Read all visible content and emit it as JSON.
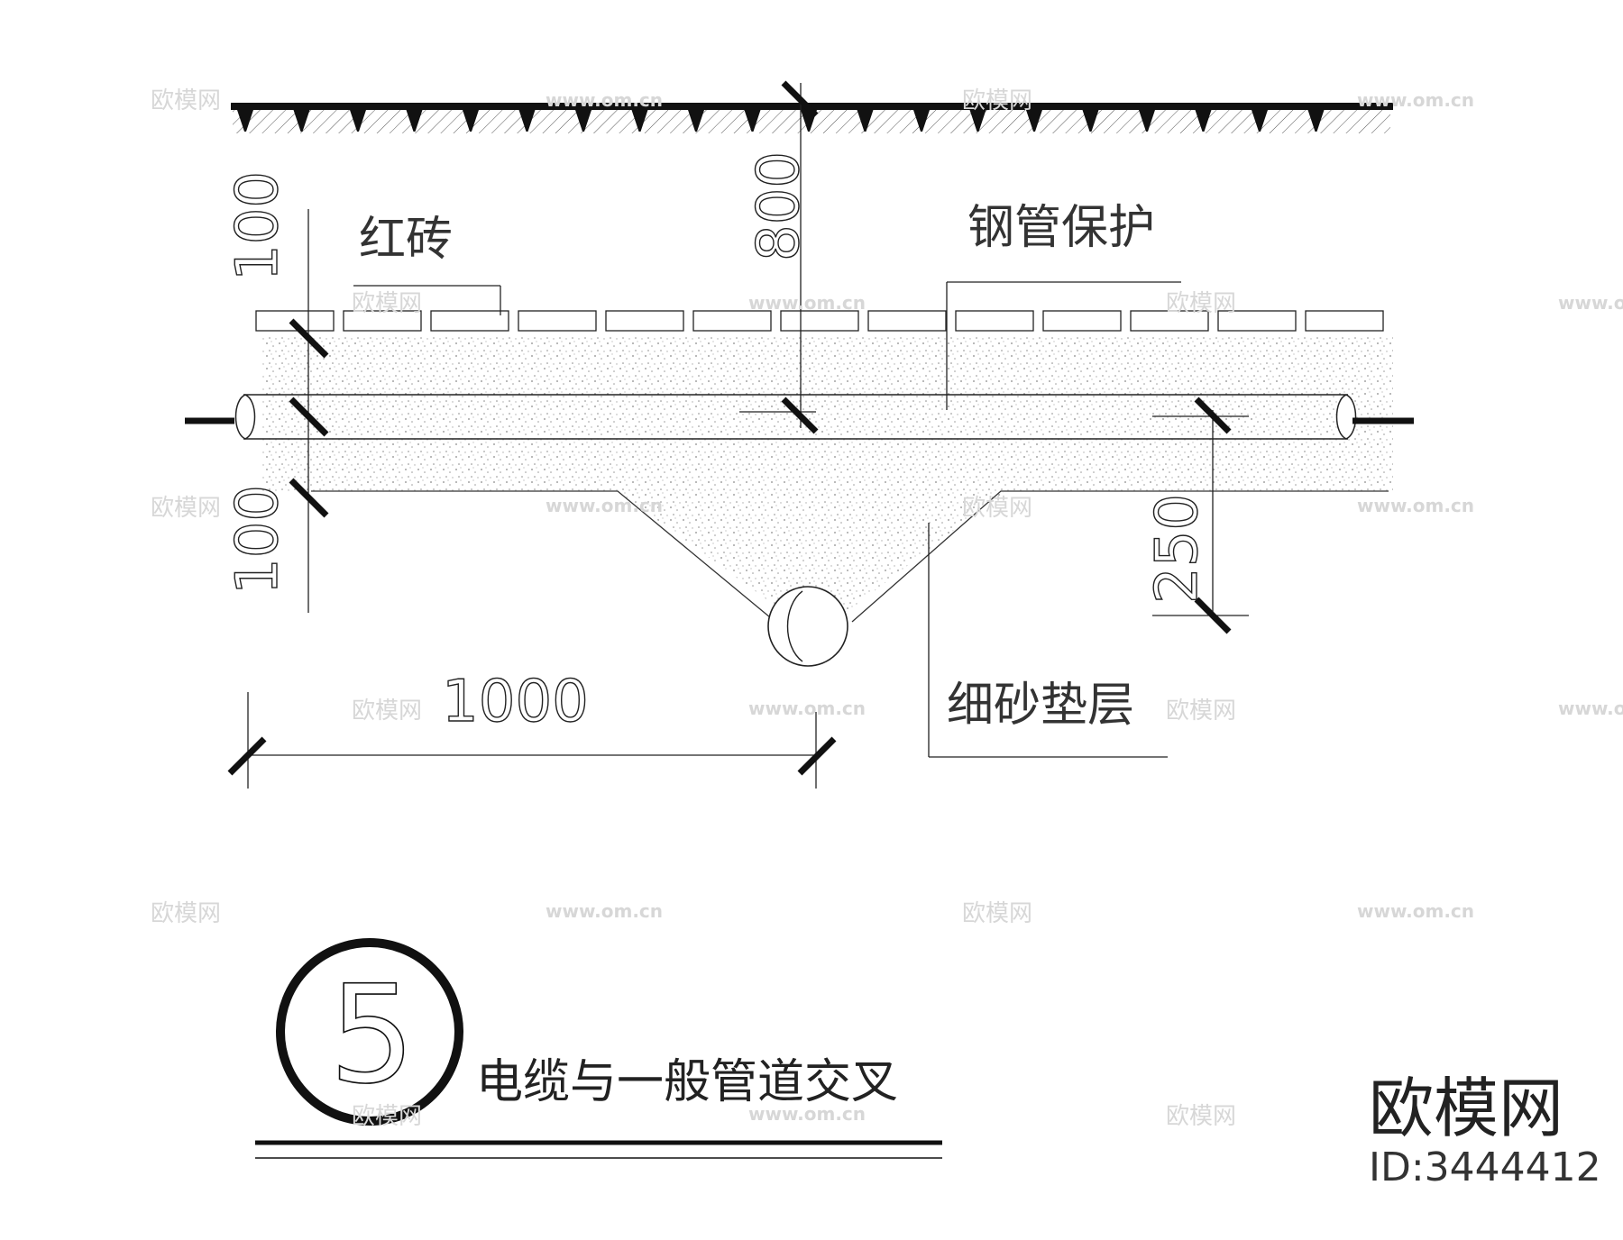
{
  "labels": {
    "red_brick": "红砖",
    "steel_pipe_protection": "钢管保护",
    "fine_sand_cushion": "细砂垫层"
  },
  "dimensions": {
    "top_gap": "100",
    "depth": "800",
    "bottom_gap": "100",
    "sand_depth": "250",
    "width": "1000"
  },
  "title": {
    "number": "5",
    "text": "电缆与一般管道交叉"
  },
  "watermark": {
    "brand": "欧模网",
    "url": "www.om.cn",
    "id": "ID:3444412"
  },
  "colors": {
    "line": "#111111",
    "watermark": "#d7d7d7",
    "background": "#ffffff"
  }
}
